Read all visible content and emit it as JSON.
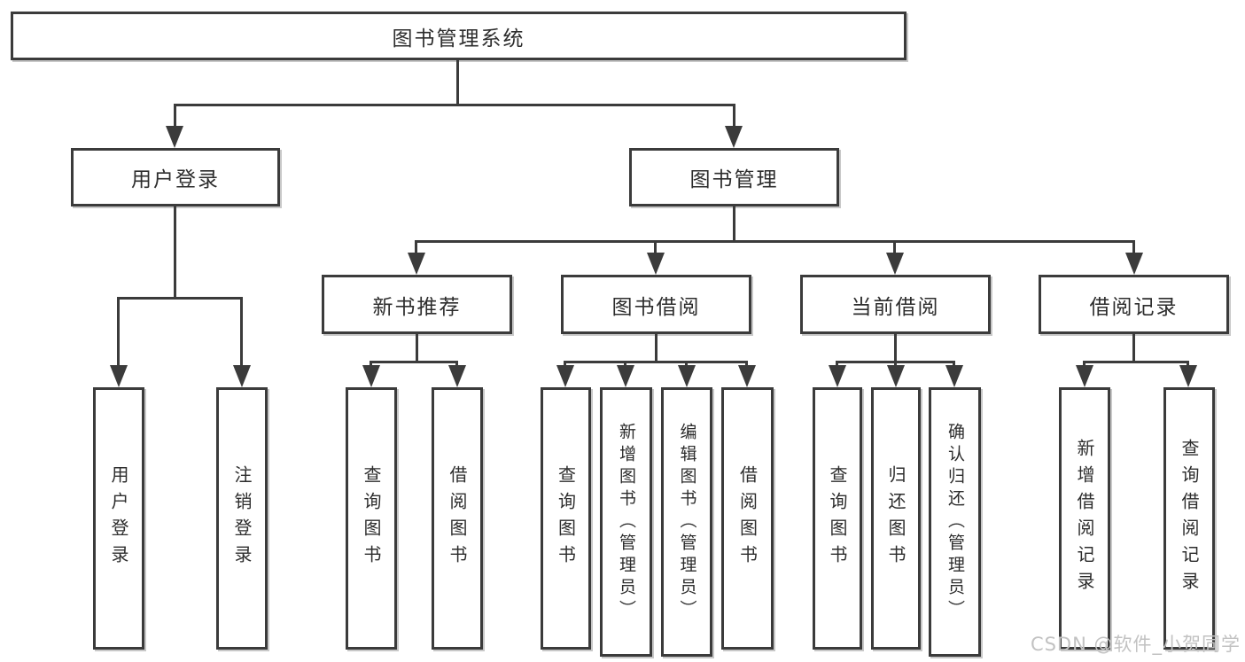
{
  "diagram": {
    "title": "图书管理系统",
    "level2": {
      "user_login": "用户登录",
      "book_management": "图书管理"
    },
    "level3": {
      "new_books": "新书推荐",
      "book_borrowing": "图书借阅",
      "current_borrowing": "当前借阅",
      "borrowing_records": "借阅记录"
    },
    "leaves": {
      "user_login": "用户登录",
      "logout": "注销登录",
      "nb_query_books": "查询图书",
      "nb_borrow_books": "借阅图书",
      "bb_query_books": "查询图书",
      "bb_add_books_admin": "新增图书（管理员）",
      "bb_edit_books_admin": "编辑图书（管理员）",
      "bb_borrow_books": "借阅图书",
      "cb_query_books": "查询图书",
      "cb_return_books": "归还图书",
      "cb_confirm_return_admin": "确认归还（管理员）",
      "br_add_record": "新增借阅记录",
      "br_query_record": "查询借阅记录"
    },
    "watermark": "CSDN @软件_小贺同学"
  },
  "colors": {
    "line": "#3b3b3b",
    "text": "#2d2d2d",
    "watermark": "#c2c2c2",
    "background": "#ffffff"
  }
}
